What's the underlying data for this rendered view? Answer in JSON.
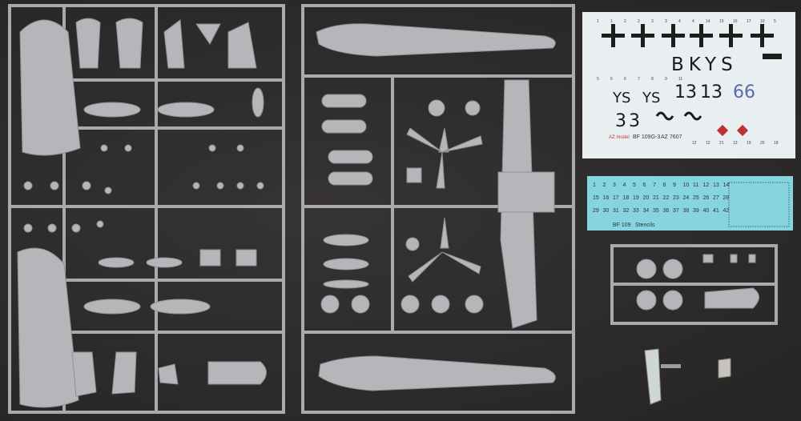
{
  "decal_sheet_main": {
    "codes_top": "BKYS",
    "codes_left": [
      "YS",
      "YS"
    ],
    "numbers_black": [
      "13",
      "13"
    ],
    "numbers_blue": "66",
    "number_large": "33",
    "title": "BF 109G-3",
    "catalog": "AZ 7607",
    "brand": "AZ model",
    "index_numbers": [
      "1",
      "1",
      "2",
      "2",
      "3",
      "3",
      "4",
      "4",
      "14",
      "15",
      "16",
      "17",
      "10",
      "5",
      "5",
      "6",
      "6",
      "7",
      "8",
      "9",
      "11",
      "12",
      "12",
      "21",
      "13",
      "19",
      "20",
      "18"
    ],
    "colors": {
      "sheet": "#e9eef0",
      "black": "#1a1a1a",
      "blue": "#5a6aa8"
    }
  },
  "decal_sheet_stencils": {
    "numbers": [
      "1",
      "2",
      "3",
      "4",
      "5",
      "6",
      "7",
      "8",
      "9",
      "10",
      "11",
      "12",
      "13",
      "14",
      "15",
      "16",
      "17",
      "18",
      "19",
      "20",
      "21",
      "22",
      "23",
      "24",
      "25",
      "26",
      "27",
      "28",
      "29",
      "30",
      "31",
      "32",
      "33",
      "34",
      "35",
      "36",
      "37",
      "38",
      "39",
      "40",
      "41",
      "42"
    ],
    "label": "BF 109",
    "label2": "Stencils",
    "colors": {
      "sheet": "#86d4df"
    }
  },
  "colors": {
    "background": "#2b2929",
    "plastic": "#b4b6b9",
    "clear": "#cfd6d8"
  }
}
